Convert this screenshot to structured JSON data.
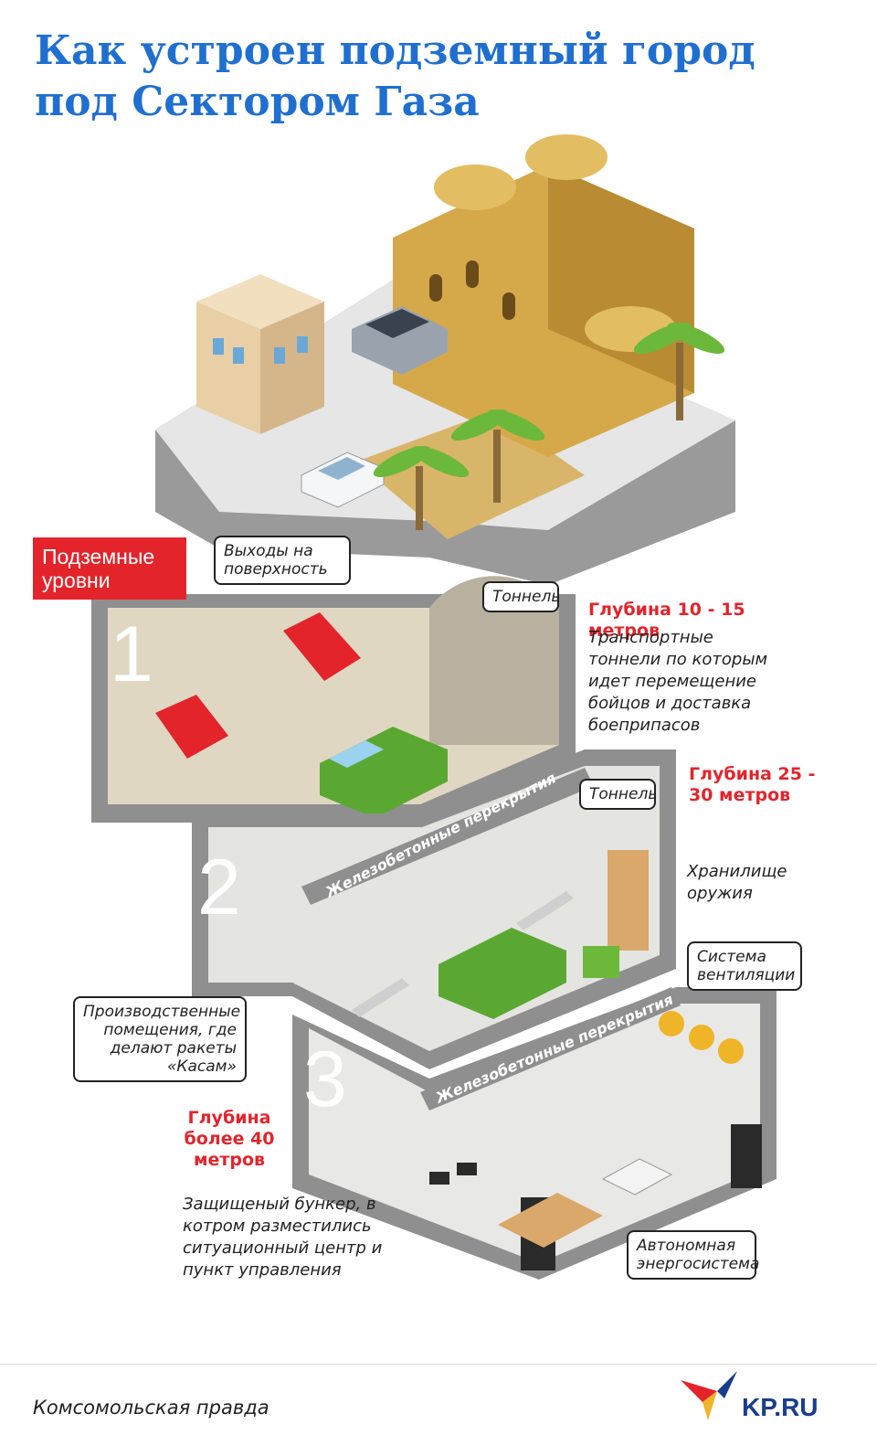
{
  "title": "Как устроен подземный город под Сектором Газа",
  "underground_tag": "Подземные уровни",
  "levels": [
    "1",
    "2",
    "3"
  ],
  "callouts": {
    "exits": "Выходы на поверхность",
    "tunnel1": "Тоннель",
    "tunnel2": "Тоннель",
    "ventilation": "Система вентиляции",
    "production": "Производственные помещения, где делают ракеты «Касам»",
    "power": "Автономная энергосистема"
  },
  "depths": {
    "level1": "Глубина 10 - 15 метров",
    "level2": "Глубина 25 - 30 метров",
    "level3": "Глубина более 40 метров"
  },
  "descriptions": {
    "level1": "Транспортные тоннели по которым идет перемещение бойцов и доставка боеприпасов",
    "level2": "Хранилище оружия",
    "level3": "Защищеный бункер, в котром разместились ситуационный центр и пункт управления"
  },
  "beams": [
    "Железобетонные перекрытия",
    "Железобетонные перекрытия"
  ],
  "footer": {
    "source": "Комсомольская правда",
    "logo": "KP.RU"
  },
  "colors": {
    "accent_blue": "#1f6fd1",
    "accent_red": "#e3242b",
    "concrete": "#8f8f8f",
    "sand": "#d9b56a",
    "vehicle_green": "#5aa832"
  },
  "icons": [
    "palm-tree-icon",
    "car-icon",
    "suv-icon",
    "house-icon",
    "mosque-icon",
    "truck-icon",
    "rocket-icon",
    "fan-icon",
    "server-icon",
    "kp-bird-logo-icon"
  ]
}
